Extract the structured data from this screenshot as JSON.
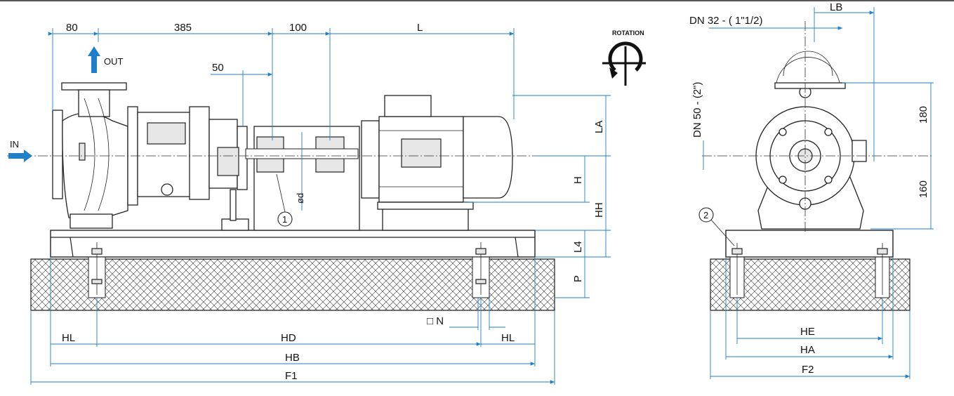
{
  "side_view": {
    "dims_top": {
      "d80": "80",
      "d385": "385",
      "d100": "100",
      "dL": "L",
      "d50": "50"
    },
    "flow": {
      "out": "OUT",
      "in": "IN"
    },
    "rotation": "ROTATION",
    "dims_right": {
      "LA": "LA",
      "H": "H",
      "HH": "HH",
      "L4": "L4",
      "P": "P"
    },
    "shaft": "ød",
    "callout": "1",
    "dims_bottom": {
      "HL_left": "HL",
      "HD": "HD",
      "HL_right": "HL",
      "HB": "HB",
      "F1": "F1",
      "N": "□ N"
    }
  },
  "front_view": {
    "dn_outlet": "DN 32 - ( 1\"1/2)",
    "lb": "LB",
    "dn_inlet": "DN 50 - (2\")",
    "d180": "180",
    "d160": "160",
    "callout": "2",
    "dims_bottom": {
      "HE": "HE",
      "HA": "HA",
      "F2": "F2"
    }
  },
  "colors": {
    "dimension": "#1f7fc9",
    "line": "#222222"
  }
}
